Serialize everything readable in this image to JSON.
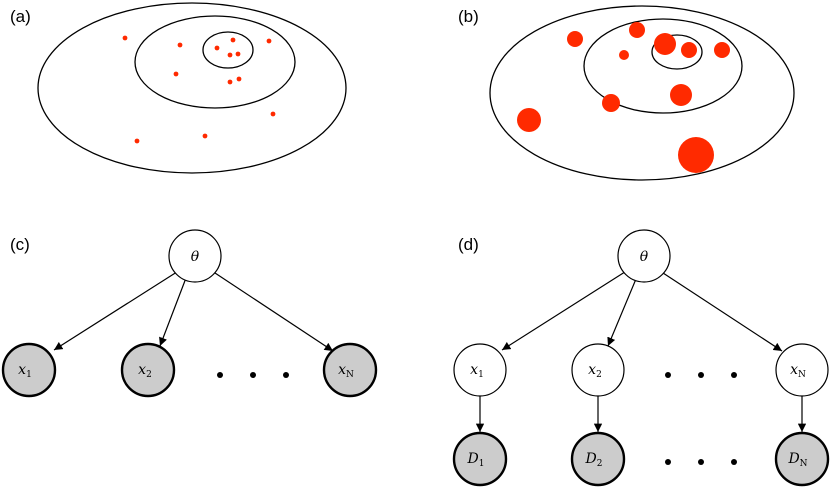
{
  "panels": {
    "a": {
      "label": "(a)"
    },
    "b": {
      "label": "(b)"
    },
    "c": {
      "label": "(c)"
    },
    "d": {
      "label": "(d)"
    }
  },
  "nodes": {
    "theta": "θ",
    "x": "x",
    "D": "D",
    "sub_1": "1",
    "sub_2": "2",
    "sub_N": "N"
  },
  "colors": {
    "point": "#ff2a00",
    "observed_fill": "#cccccc",
    "latent_fill": "#ffffff",
    "stroke": "#000000"
  }
}
